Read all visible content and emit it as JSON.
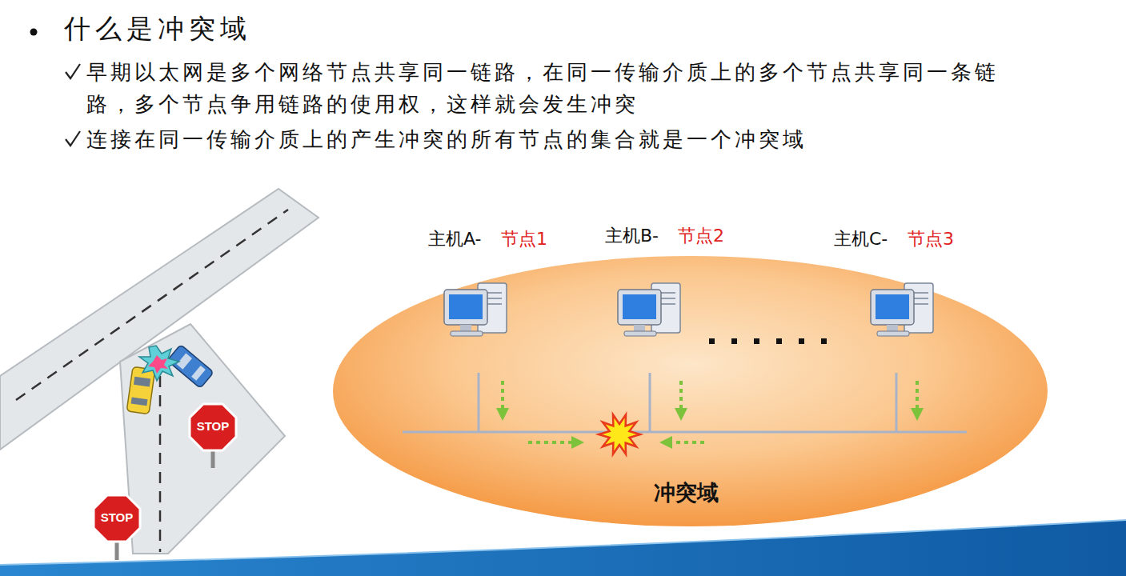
{
  "diagram": {
    "title": "什么是冲突域",
    "nodes": [
      {
        "text": [
          "冲突域"
        ]
      }
    ],
    "labels": [
      "早期以太网是多个网络节点共享同一链路，在同一传输介质上的多个节点共享同一条链路，多个节点争用链路的使用权，这样就会发生冲突",
      "连接在同一传输介质上的产生冲突的所有节点的集合就是一个冲突域",
      "主机A-",
      "节点1",
      "主机B-",
      "节点2",
      "主机C-",
      "节点3",
      "STOP",
      "STOP"
    ]
  }
}
